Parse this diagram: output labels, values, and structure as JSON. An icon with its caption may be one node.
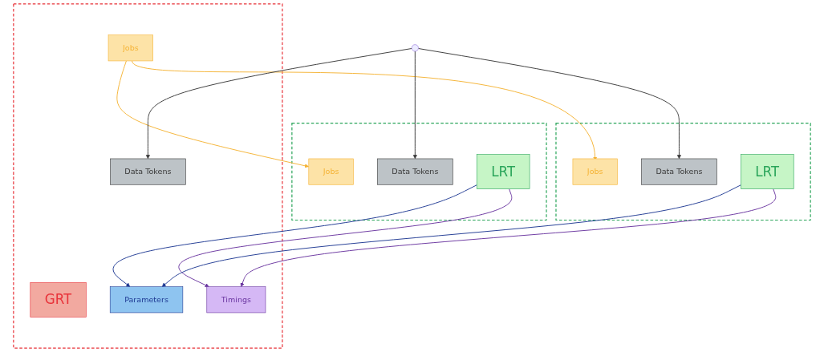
{
  "diagram": {
    "nodes": [
      {
        "text": [],
        "shape": "box"
      },
      {
        "text": [
          "Jobs"
        ],
        "in": 0
      },
      {
        "text": [
          "Data Tokens"
        ],
        "in": 0
      },
      {
        "text": [
          "LRT"
        ],
        "in": 0
      },
      {
        "text": [],
        "shape": "box"
      },
      {
        "text": [
          "Jobs"
        ],
        "in": 4
      },
      {
        "text": [
          "Data Tokens"
        ],
        "in": 4
      },
      {
        "text": [
          "LRT"
        ],
        "in": 4
      },
      {
        "text": [],
        "shape": "box"
      },
      {
        "text": [
          "GRT"
        ],
        "in": 8
      },
      {
        "text": [
          "Parameters"
        ],
        "in": 8
      },
      {
        "text": [
          "Timings"
        ],
        "in": 8
      },
      {
        "text": [
          "Data Tokens"
        ],
        "in": 8
      },
      {
        "text": [
          "Jobs"
        ],
        "in": 8
      }
    ],
    "edges": [
      {
        "from": 13,
        "to": 1,
        "arrow": "to",
        "color": "#f5b335"
      },
      {
        "from": 13,
        "to": 5,
        "arrow": "to",
        "color": "#f5b335"
      },
      {
        "from": null,
        "to": 2,
        "arrow": "to",
        "color": "#3a3a3a"
      },
      {
        "from": null,
        "to": 6,
        "arrow": "to",
        "color": "#3a3a3a"
      },
      {
        "from": null,
        "to": 12,
        "arrow": "to",
        "color": "#3a3a3a"
      },
      {
        "from": 3,
        "to": 10,
        "arrow": "to",
        "color": "#1f3a93"
      },
      {
        "from": 3,
        "to": 11,
        "arrow": "to",
        "color": "#6a35a0"
      },
      {
        "from": 7,
        "to": 10,
        "arrow": "to",
        "color": "#1f3a93"
      },
      {
        "from": 7,
        "to": 11,
        "arrow": "to",
        "color": "#6a35a0"
      }
    ]
  }
}
